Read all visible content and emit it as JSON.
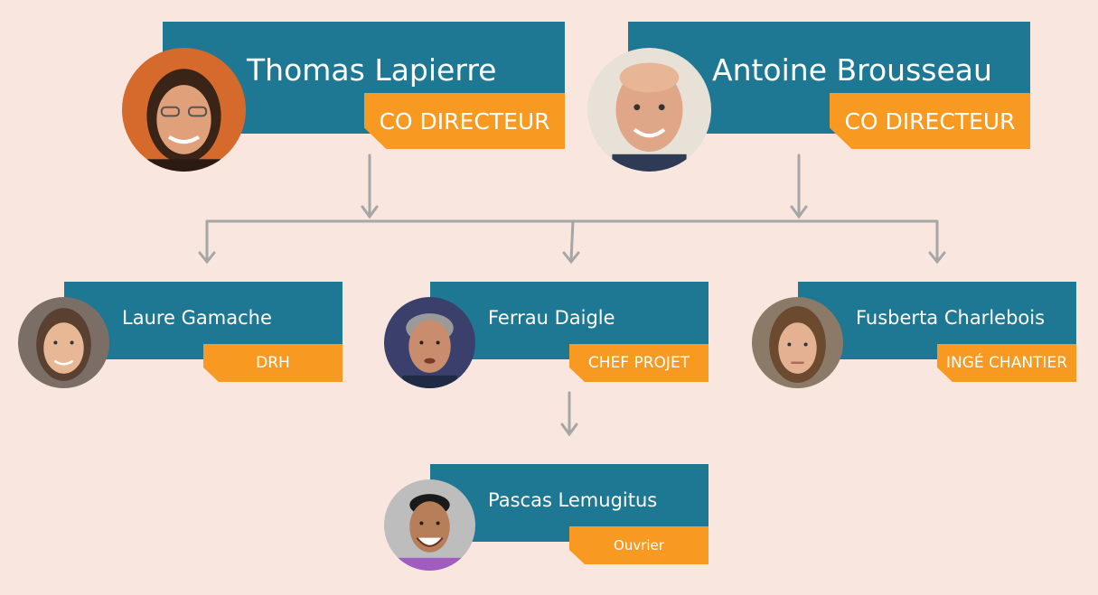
{
  "people": {
    "thomas": {
      "name": "Thomas Lapierre",
      "role": "CO DIRECTEUR"
    },
    "antoine": {
      "name": "Antoine Brousseau",
      "role": "CO DIRECTEUR"
    },
    "laure": {
      "name": "Laure Gamache",
      "role": "DRH"
    },
    "ferrau": {
      "name": "Ferrau Daigle",
      "role": "CHEF PROJET"
    },
    "fusberta": {
      "name": "Fusberta Charlebois",
      "role": "INGÉ CHANTIER"
    },
    "pascas": {
      "name": "Pascas Lemugitus",
      "role": "Ouvrier"
    }
  },
  "colors": {
    "background": "#f9e6df",
    "name_bar": "#1f7893",
    "role_tag": "#f89a21",
    "connector": "#a6a6a6"
  }
}
